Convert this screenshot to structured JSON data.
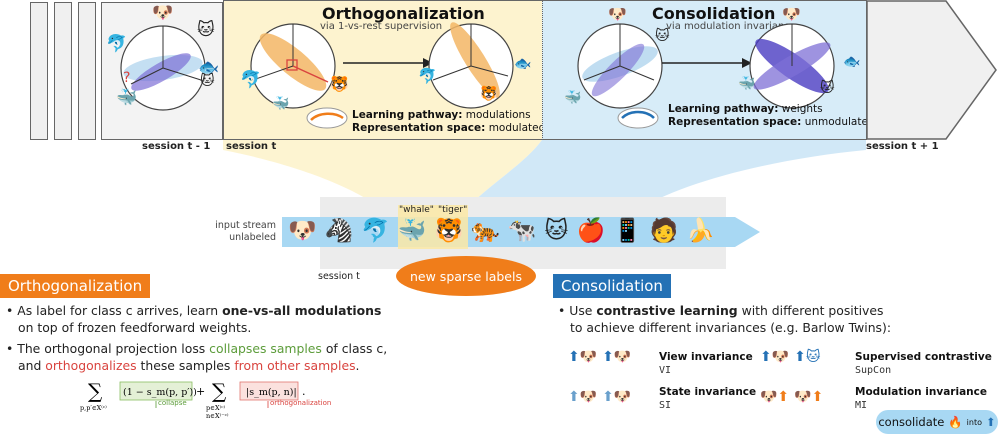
{
  "top": {
    "session_prev": "session t - 1",
    "session_cur": "session t",
    "session_next": "session t + 1"
  },
  "orthogonalization_panel": {
    "title": "Orthogonalization",
    "subtitle": "via 1-vs-rest supervision",
    "pathway_label": "Learning pathway:",
    "pathway_value": "modulations",
    "space_label": "Representation space:",
    "space_value": "modulated"
  },
  "consolidation_panel": {
    "title": "Consolidation",
    "subtitle": "via modulation invariance",
    "pathway_label": "Learning pathway:",
    "pathway_value": "weights",
    "space_label": "Representation space:",
    "space_value": "unmodulated"
  },
  "stream": {
    "label_line1": "input stream",
    "label_line2": "unlabeled",
    "session_label": "session t",
    "tag_whale": "\"whale\"",
    "tag_tiger": "\"tiger\"",
    "sparse_labels": "new sparse labels",
    "items": [
      "🐶",
      "🦓",
      "🐬",
      "🐳",
      "🐯",
      "🐅",
      "🐄",
      "🐱",
      "🍎",
      "📱",
      "🧑",
      "🍌"
    ]
  },
  "orth_section": {
    "title": "Orthogonalization",
    "b1_pre": "As label for class c arrives, learn ",
    "b1_bold": "one-vs-all modulations",
    "b1_line2": "on top of frozen feedforward weights.",
    "b2_pre": "The orthogonal projection loss ",
    "b2_green": "collapses samples",
    "b2_post": " of class c,",
    "b2_line2_pre": "and ",
    "b2_red": "orthogonalizes",
    "b2_line2_mid": " these samples ",
    "b2_line2_red": "from other samples",
    "b2_line2_post": ".",
    "formula_collapse": "collapse",
    "formula_orth": "orthogonalization"
  },
  "cons_section": {
    "title": "Consolidation",
    "b1_pre": "Use ",
    "b1_bold": "contrastive learning",
    "b1_post": " with different positives",
    "b1_line2": "to achieve different invariances (e.g. Barlow Twins):",
    "view_name": "View invariance",
    "view_code": "VI",
    "state_name": "State invariance",
    "state_code": "SI",
    "sup_name": "Supervised contrastive",
    "sup_code": "SupCon",
    "mod_name": "Modulation invariance",
    "mod_code": "MI",
    "consolidate": "consolidate",
    "into": "into"
  },
  "colors": {
    "orange": "#f07d1a",
    "blue": "#2471b5",
    "yellow_bg": "#fdf3cf",
    "lightblue_bg": "#d7ecf8",
    "stream_blue": "#a8d8f3"
  }
}
